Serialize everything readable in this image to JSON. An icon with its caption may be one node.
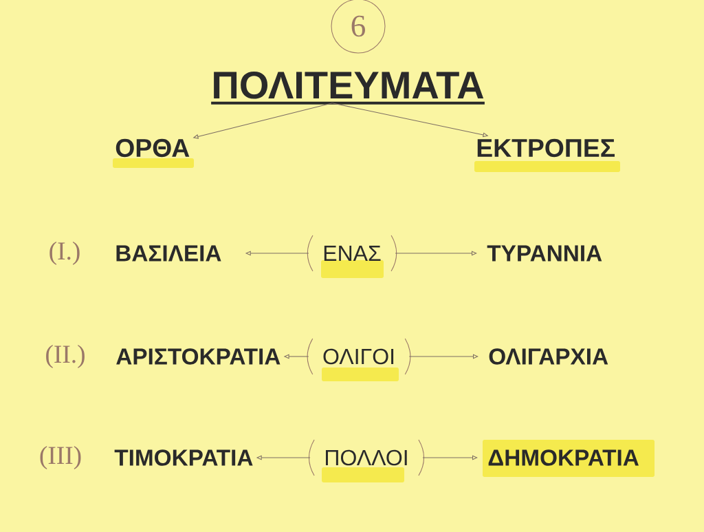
{
  "diagram": {
    "nodes": [
      {
        "text": [
          "ΠΟΛΙΤΕΥΜΑΤΑ"
        ]
      },
      {
        "text": [
          "ΟΡΘΑ"
        ]
      },
      {
        "text": [
          "ΕΚΤΡΟΠΕΣ"
        ]
      },
      {
        "text": [
          "ΒΑΣΙΛΕΙΑ"
        ]
      },
      {
        "text": [
          "ΕΝΑΣ"
        ]
      },
      {
        "text": [
          "ΤΥΡΑΝΝΙΑ"
        ]
      },
      {
        "text": [
          "ΑΡΙΣΤΟΚΡΑΤΙΑ"
        ]
      },
      {
        "text": [
          "ΟΛΙΓΟΙ"
        ]
      },
      {
        "text": [
          "ΟΛΙΓΑΡΧΙΑ"
        ]
      },
      {
        "text": [
          "ΤΙΜΟΚΡΑΤΙΑ"
        ]
      },
      {
        "text": [
          "ΠΟΛΛΟΙ"
        ]
      },
      {
        "text": [
          "ΔΗΜΟΚΡΑΤΙΑ"
        ]
      }
    ],
    "edges": [
      {
        "from": 0,
        "to": 1,
        "arrow": "to"
      },
      {
        "from": 0,
        "to": 2,
        "arrow": "to"
      },
      {
        "from": 4,
        "to": 3,
        "arrow": "to"
      },
      {
        "from": 4,
        "to": 5,
        "arrow": "to"
      },
      {
        "from": 7,
        "to": 6,
        "arrow": "to"
      },
      {
        "from": 7,
        "to": 8,
        "arrow": "to"
      },
      {
        "from": 10,
        "to": 9,
        "arrow": "to"
      },
      {
        "from": 10,
        "to": 11,
        "arrow": "to"
      }
    ],
    "labels": [
      "6",
      "(I.)",
      "(II.)",
      "(III)"
    ]
  }
}
